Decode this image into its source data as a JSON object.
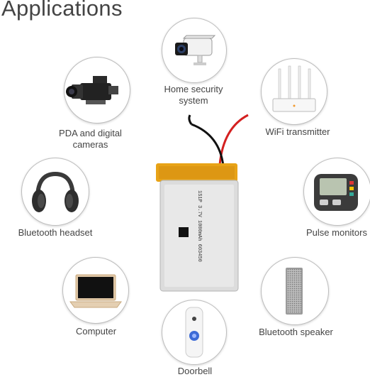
{
  "title": "Applications",
  "applications": [
    {
      "label_lines": [
        "Home security",
        "system"
      ],
      "icon": "security-camera-icon"
    },
    {
      "label_lines": [
        "PDA and digital",
        "cameras"
      ],
      "icon": "video-camera-icon"
    },
    {
      "label_lines": [
        "WiFi transmitter"
      ],
      "icon": "wifi-router-icon"
    },
    {
      "label_lines": [
        "Bluetooth headset"
      ],
      "icon": "headphones-icon"
    },
    {
      "label_lines": [
        "Pulse monitors"
      ],
      "icon": "blood-pressure-monitor-icon"
    },
    {
      "label_lines": [
        "Computer"
      ],
      "icon": "laptop-icon"
    },
    {
      "label_lines": [
        "Bluetooth speaker"
      ],
      "icon": "speaker-icon"
    },
    {
      "label_lines": [
        "Doorbell"
      ],
      "icon": "doorbell-icon"
    }
  ],
  "battery": {
    "label_lines": [
      "1S1P",
      "3.7V",
      "1000mAh",
      "603450"
    ],
    "colors": {
      "wrap": "#e8a317",
      "body": "#dcdcdc",
      "red_wire": "#d42020",
      "black_wire": "#111111"
    }
  }
}
